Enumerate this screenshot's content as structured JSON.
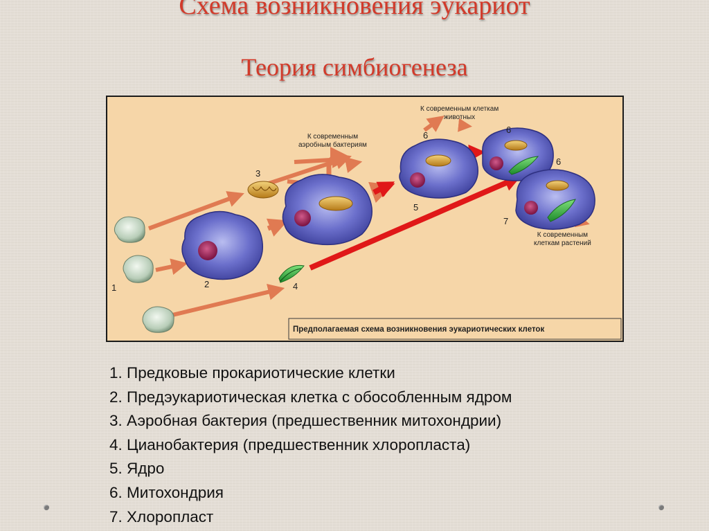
{
  "slide": {
    "title": "Схема возникновения эукариот",
    "subtitle": "Теория симбиогенеза"
  },
  "figure": {
    "label_aerobic": [
      "К современным",
      "аэробным бактериям"
    ],
    "label_animal": [
      "К современным клеткам",
      "животных"
    ],
    "label_plant": [
      "К современным",
      "клеткам растений"
    ],
    "caption": "Предполагаемая схема возникновения эукариотических клеток",
    "numbers": {
      "n1": "1",
      "n2": "2",
      "n3": "3",
      "n4": "4",
      "n5": "5",
      "n6a": "6",
      "n6b": "6",
      "n6c": "6",
      "n7": "7"
    }
  },
  "legend": {
    "items": [
      "1. Предковые прокариотические клетки",
      "2. Предэукариотическая клетка с обособленным ядром",
      "3. Аэробная бактерия (предшественник митохондрии)",
      "4. Цианобактерия (предшественник хлоропласта)",
      "5. Ядро",
      "6. Митохондрия",
      "7. Хлоропласт"
    ]
  },
  "colors": {
    "title": "#d23a2a",
    "figure_background": "#f6d6a8",
    "orange_arrow": "#e07a52",
    "red_arrow": "#e01818",
    "cell_blue": "#5a5fc0",
    "nucleus": "#9a2050",
    "mitochondrion": "#c89028",
    "chloroplast": "#2aa040"
  }
}
